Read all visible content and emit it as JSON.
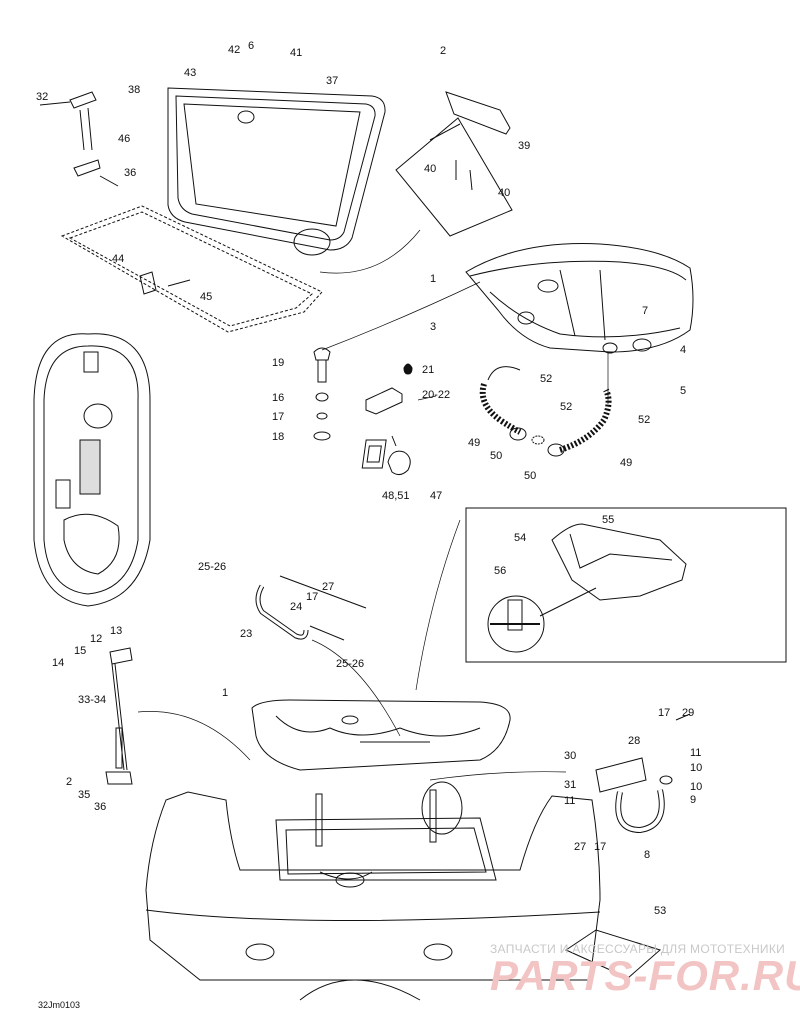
{
  "drawing_code": "32Jm0103",
  "watermark": {
    "line1": "ЗАПЧАСТИ И АКСЕССУАРЫ ДЛЯ МОТОТЕХНИКИ",
    "line2": "PARTS-FOR.RU"
  },
  "callouts": [
    "1",
    "2",
    "3",
    "4",
    "5",
    "6",
    "7",
    "8",
    "9",
    "10",
    "11",
    "12",
    "13",
    "14",
    "15",
    "16",
    "17",
    "18",
    "19",
    "21",
    "20-22",
    "23",
    "24",
    "25-26",
    "27",
    "28",
    "29",
    "30",
    "31",
    "32",
    "33-34",
    "35",
    "36",
    "37",
    "38",
    "39",
    "40",
    "41",
    "42",
    "43",
    "44",
    "45",
    "46",
    "47",
    "48,51",
    "49",
    "50",
    "52",
    "53",
    "54",
    "55",
    "56"
  ]
}
